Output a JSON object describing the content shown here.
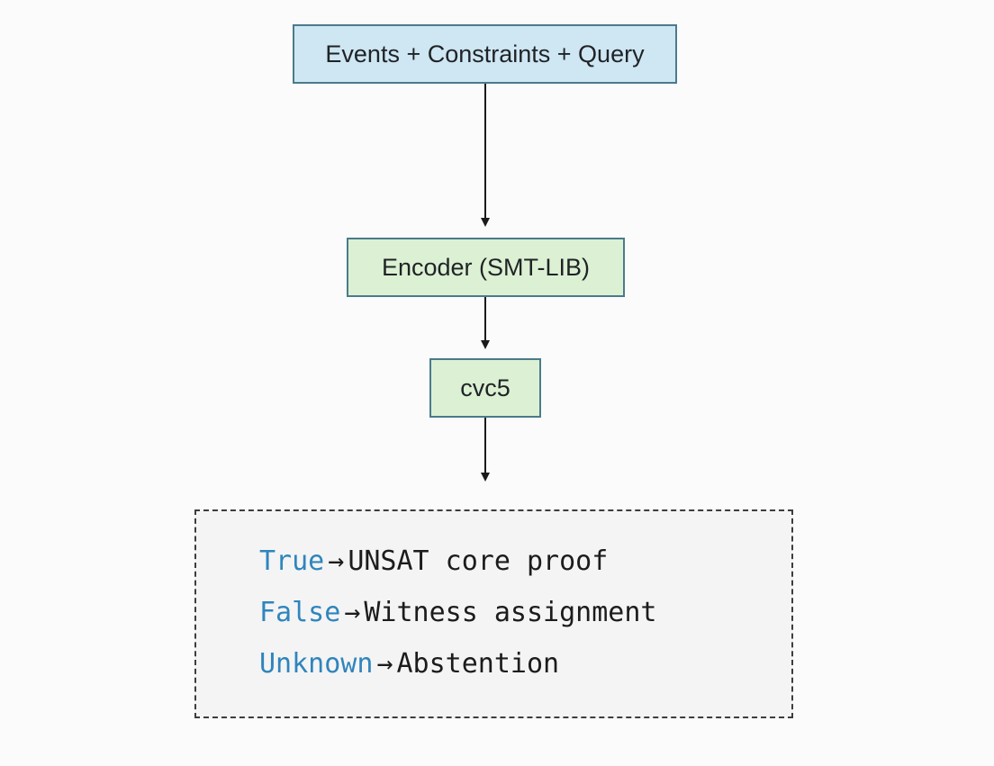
{
  "nodes": {
    "input": "Events + Constraints + Query",
    "encoder": "Encoder (SMT-LIB)",
    "solver": "cvc5"
  },
  "outcomes": [
    {
      "verdict": "True",
      "arrow": "→",
      "result": "UNSAT core proof"
    },
    {
      "verdict": "False",
      "arrow": "→",
      "result": "Witness assignment"
    },
    {
      "verdict": "Unknown",
      "arrow": "→",
      "result": "Abstention"
    }
  ],
  "colors": {
    "input_fill": "#cfe6f3",
    "process_fill": "#dcf0d3",
    "node_border": "#4b7a8c",
    "verdict_text": "#2f85bd"
  }
}
